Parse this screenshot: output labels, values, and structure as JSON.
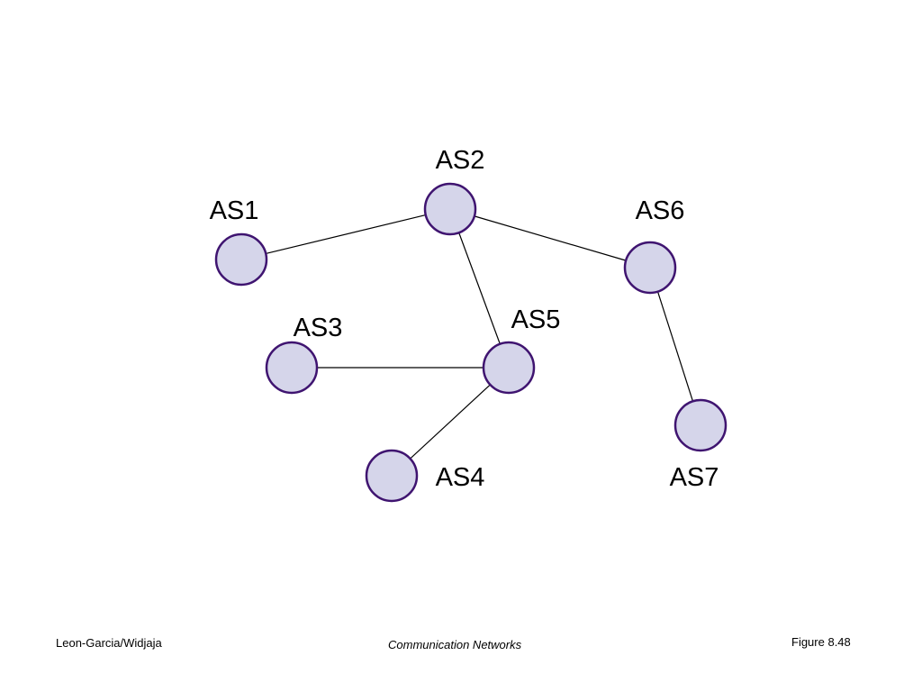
{
  "diagram": {
    "nodes": [
      {
        "id": "AS1",
        "label": "AS1"
      },
      {
        "id": "AS2",
        "label": "AS2"
      },
      {
        "id": "AS3",
        "label": "AS3"
      },
      {
        "id": "AS4",
        "label": "AS4"
      },
      {
        "id": "AS5",
        "label": "AS5"
      },
      {
        "id": "AS6",
        "label": "AS6"
      },
      {
        "id": "AS7",
        "label": "AS7"
      }
    ],
    "edges": [
      {
        "from": "AS1",
        "to": "AS2"
      },
      {
        "from": "AS2",
        "to": "AS6"
      },
      {
        "from": "AS2",
        "to": "AS5"
      },
      {
        "from": "AS3",
        "to": "AS5"
      },
      {
        "from": "AS5",
        "to": "AS4"
      },
      {
        "from": "AS6",
        "to": "AS7"
      }
    ],
    "colors": {
      "node_fill": "#d5d5ea",
      "node_stroke": "#3f1470",
      "edge": "#000000"
    }
  },
  "footer": {
    "left": "Leon-Garcia/Widjaja",
    "center": "Communication Networks",
    "right": "Figure 8.48"
  }
}
